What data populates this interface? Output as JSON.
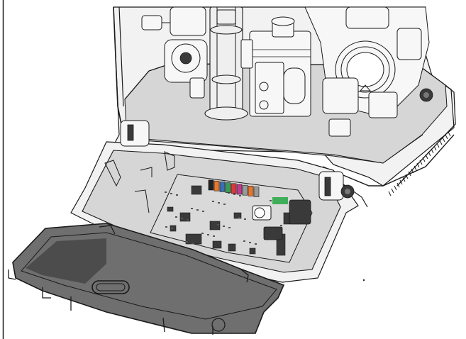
{
  "diagram": {
    "colors": {
      "background": "#ffffff",
      "line": "#1a1a1a",
      "line_light": "#555555",
      "body_fill": "#f2f2f2",
      "body_shadow": "#d6d6d6",
      "cover_fill": "#6f6f6f",
      "cover_dark": "#4c4c4c",
      "pcb_fill": "#d9d9d9",
      "chip_fill": "#3a3a3a",
      "connector_orange": "#e8762b",
      "connector_blue": "#3a6fb5",
      "connector_green": "#3c9a52",
      "connector_magenta": "#c23a8c",
      "connector_red": "#d63a3a",
      "connector_black": "#222222",
      "connector_grey": "#9a9a9a",
      "terminal_green": "#3fae5a"
    },
    "components": [
      "boiler-chassis",
      "gas-valve",
      "flow-pipe",
      "fan-assembly",
      "control-box",
      "pcb",
      "terminal-block",
      "control-box-cover",
      "wall-bracket-line"
    ]
  }
}
